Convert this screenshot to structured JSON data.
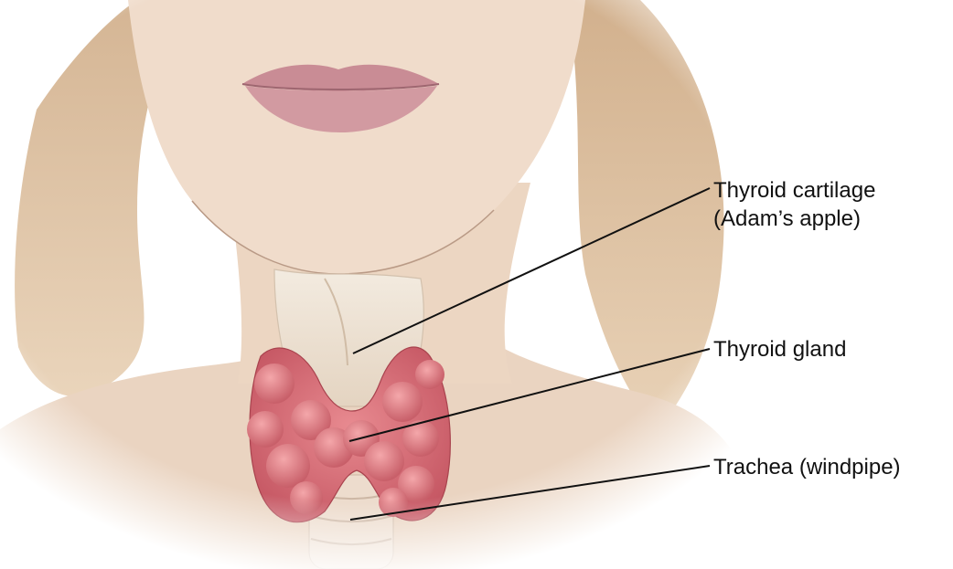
{
  "labels": {
    "thyroid_cartilage": {
      "line1": "Thyroid cartilage",
      "line2": "(Adam’s apple)"
    },
    "thyroid_gland": "Thyroid gland",
    "trachea": "Trachea (windpipe)"
  },
  "colors": {
    "background": "#ffffff",
    "skin": "#efd9c6",
    "hair": "#d7b48e",
    "lips": "#c98d95",
    "gland": "#d9707a",
    "cartilage": "#efe3d2",
    "leader_line": "#111111"
  }
}
